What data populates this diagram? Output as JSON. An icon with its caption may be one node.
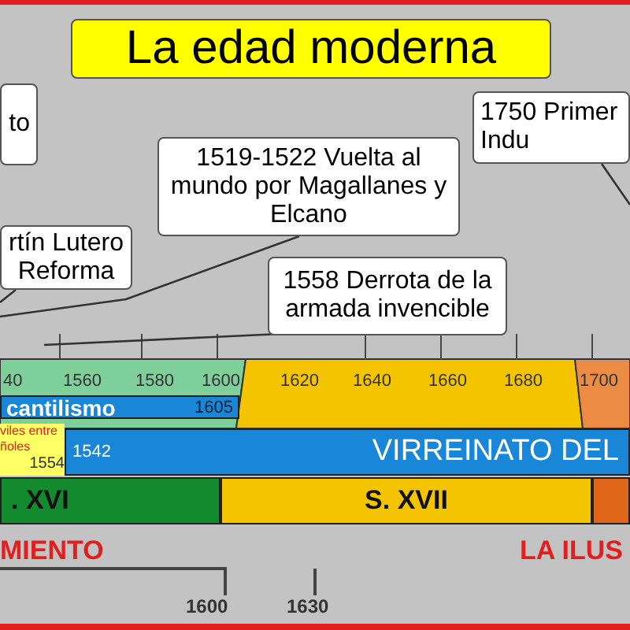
{
  "diagram": {
    "title": "La edad moderna",
    "nodes": [
      {
        "text": [
          "to"
        ]
      },
      {
        "text": [
          "1519-1522 Vuelta al mundo por Magallanes y Elcano"
        ]
      },
      {
        "text": [
          "rtín Lutero Reforma"
        ]
      },
      {
        "text": [
          "1558 Derrota de la armada invencible"
        ]
      },
      {
        "text": [
          "1750 Primer Indu"
        ]
      },
      {
        "text": [
          "cantilismo",
          "1605"
        ]
      },
      {
        "text": [
          "viles entre ñoles",
          "1554"
        ]
      },
      {
        "text": [
          "1542",
          "VIRREINATO DEL"
        ]
      },
      {
        "text": [
          ". XVI"
        ]
      },
      {
        "text": [
          "S. XVII"
        ]
      },
      {
        "text": [],
        "shape": "bar"
      }
    ],
    "edges": [
      {
        "from": 1,
        "to": null,
        "arrow": "none"
      },
      {
        "from": 2,
        "to": null,
        "arrow": "none"
      },
      {
        "from": 3,
        "to": null,
        "arrow": "none"
      },
      {
        "from": 4,
        "to": null,
        "arrow": "none"
      }
    ],
    "labels": [
      "40",
      "1560",
      "1580",
      "1600",
      "1620",
      "1640",
      "1660",
      "1680",
      "1700",
      "MIENTO",
      "LA ILUS",
      "1600",
      "1630"
    ]
  }
}
